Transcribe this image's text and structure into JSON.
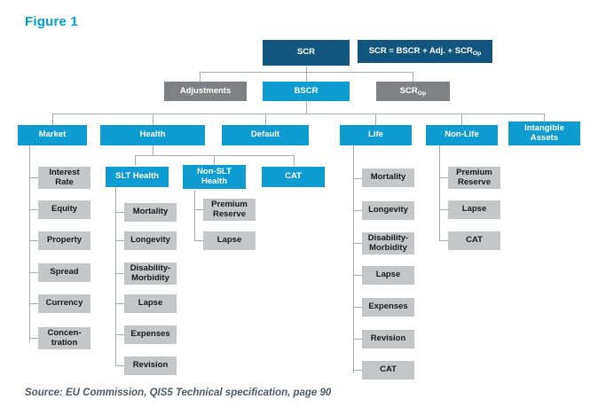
{
  "figure": {
    "title": "Figure 1",
    "source": "Source: EU Commission, QIS5 Technical specification, page 90"
  },
  "colors": {
    "accent": "#00a0d2",
    "dark_blue": "#12557f",
    "blue": "#0e9cd1",
    "gray_dark": "#7f8285",
    "gray_light": "#c4c6c8",
    "line": "#a7adb2",
    "source_text": "#4d5a68"
  },
  "diagram": {
    "type": "hierarchy-tree",
    "root": {
      "label": "SCR",
      "style": "dark_blue"
    },
    "formula": {
      "prefix": "SCR = BSCR + Adj. + SCR",
      "subscript": "Op",
      "style": "dark_blue"
    },
    "level2": [
      {
        "label": "Adjustments",
        "style": "gray_dark"
      },
      {
        "label": "BSCR",
        "style": "blue"
      },
      {
        "label": "SCR",
        "subscript": "Op",
        "style": "gray_dark"
      }
    ],
    "modules": [
      {
        "label": "Market",
        "style": "blue"
      },
      {
        "label": "Health",
        "style": "blue"
      },
      {
        "label": "Default",
        "style": "blue"
      },
      {
        "label": "Life",
        "style": "blue"
      },
      {
        "label": "Non-Life",
        "style": "blue"
      },
      {
        "label": "Intangible Assets",
        "line1": "Intangible",
        "line2": "Assets",
        "style": "blue"
      }
    ],
    "health_submodules": [
      {
        "label": "SLT Health",
        "style": "blue"
      },
      {
        "label": "Non-SLT Health",
        "line1": "Non-SLT",
        "line2": "Health",
        "style": "blue"
      },
      {
        "label": "CAT",
        "style": "blue"
      }
    ],
    "market_risks": [
      {
        "line1": "Interest",
        "line2": "Rate"
      },
      {
        "line1": "Equity"
      },
      {
        "line1": "Property"
      },
      {
        "line1": "Spread"
      },
      {
        "line1": "Currency"
      },
      {
        "line1": "Concen-",
        "line2": "tration"
      }
    ],
    "slt_health_risks": [
      {
        "line1": "Mortality"
      },
      {
        "line1": "Longevity"
      },
      {
        "line1": "Disability-",
        "line2": "Morbidity"
      },
      {
        "line1": "Lapse"
      },
      {
        "line1": "Expenses"
      },
      {
        "line1": "Revision"
      }
    ],
    "non_slt_health_risks": [
      {
        "line1": "Premium",
        "line2": "Reserve"
      },
      {
        "line1": "Lapse"
      }
    ],
    "life_risks": [
      {
        "line1": "Mortality"
      },
      {
        "line1": "Longevity"
      },
      {
        "line1": "Disability-",
        "line2": "Morbidity"
      },
      {
        "line1": "Lapse"
      },
      {
        "line1": "Expenses"
      },
      {
        "line1": "Revision"
      },
      {
        "line1": "CAT"
      }
    ],
    "non_life_risks": [
      {
        "line1": "Premium",
        "line2": "Reserve"
      },
      {
        "line1": "Lapse"
      },
      {
        "line1": "CAT"
      }
    ]
  }
}
